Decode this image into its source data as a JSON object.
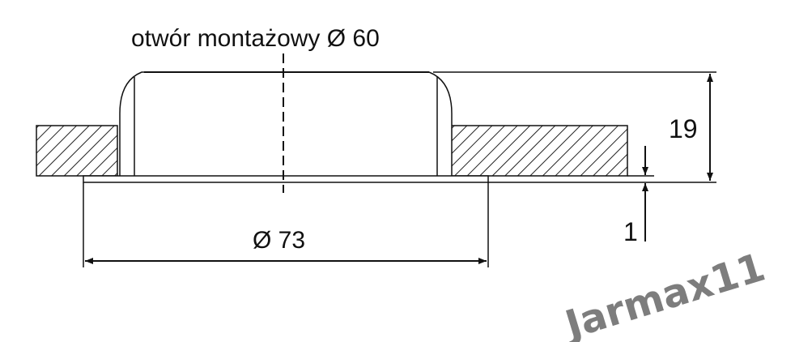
{
  "labels": {
    "mounting_hole": "otwór montażowy Ø 60",
    "outer_diameter": "Ø 73",
    "height": "19",
    "flange_thickness": "1"
  },
  "watermark": "Jarmax11",
  "colors": {
    "line": "#111111",
    "hatch": "#222222",
    "watermark": "#7d7d7d"
  }
}
